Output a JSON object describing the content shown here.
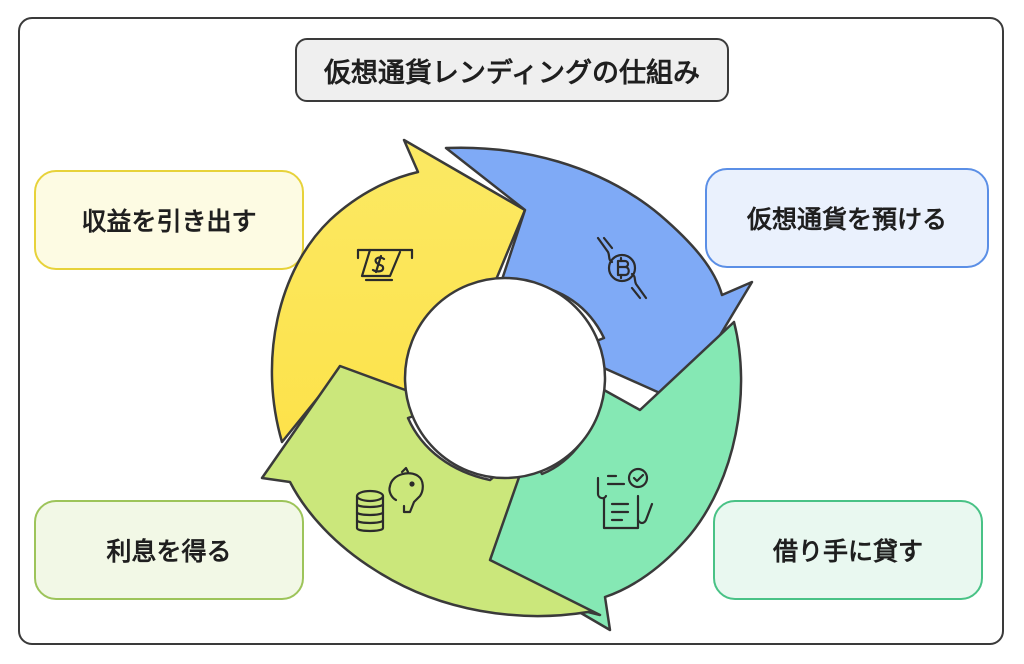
{
  "title": "仮想通貨レンディングの仕組み",
  "steps": [
    {
      "label": "仮想通貨を預ける",
      "icon": "bitcoin-hands-icon",
      "color": "#7faaf6"
    },
    {
      "label": "借り手に貸す",
      "icon": "contract-check-icon",
      "color": "#85e8b4"
    },
    {
      "label": "利息を得る",
      "icon": "piggy-bank-coins-icon",
      "color": "#cbe77b"
    },
    {
      "label": "収益を引き出す",
      "icon": "cash-withdraw-icon",
      "color": "#fbe964"
    }
  ],
  "colors": {
    "outline": "#3a3a3a",
    "title_bg": "#efefef"
  }
}
